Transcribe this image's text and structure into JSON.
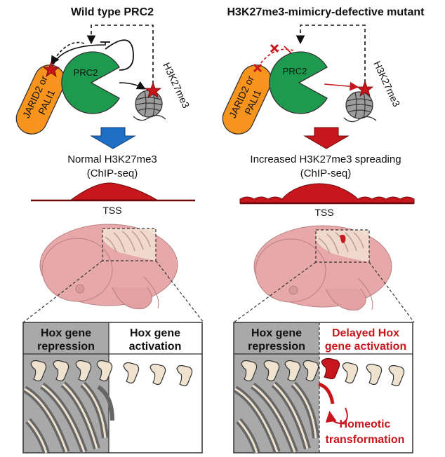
{
  "panels": {
    "left": {
      "title": "Wild type PRC2",
      "enzyme_label": "PRC2",
      "cofactor_line1": "JARID2 or",
      "cofactor_line2": "PALI1",
      "mark_label": "H3K27me3",
      "result_line1": "Normal H3K27me3",
      "result_line2": "(ChIP-seq)",
      "tss_label": "TSS",
      "box_left_line1": "Hox gene",
      "box_left_line2": "repression",
      "box_right_line1": "Hox gene",
      "box_right_line2": "activation"
    },
    "right": {
      "title": "H3K27me3-mimicry-defective mutant",
      "enzyme_label": "PRC2",
      "cofactor_line1": "JARID2 or",
      "cofactor_line2": "PALI1",
      "mark_label": "H3K27me3",
      "result_line1": "Increased H3K27me3 spreading",
      "result_line2": "(ChIP-seq)",
      "tss_label": "TSS",
      "box_left_line1": "Hox gene",
      "box_left_line2": "repression",
      "box_right_line1": "Delayed Hox",
      "box_right_line2": "gene activation",
      "homeotic_line1": "Homeotic",
      "homeotic_line2": "transformation"
    }
  },
  "colors": {
    "prc2_green": "#1e9a4f",
    "cofactor_orange": "#f7941d",
    "mark_red": "#c8161d",
    "arrow_blue": "#1f6fc5",
    "embryo_pink": "#e6a8a8",
    "repression_gray": "#a9a9a9",
    "vertebra_cream": "#efe3d0"
  }
}
